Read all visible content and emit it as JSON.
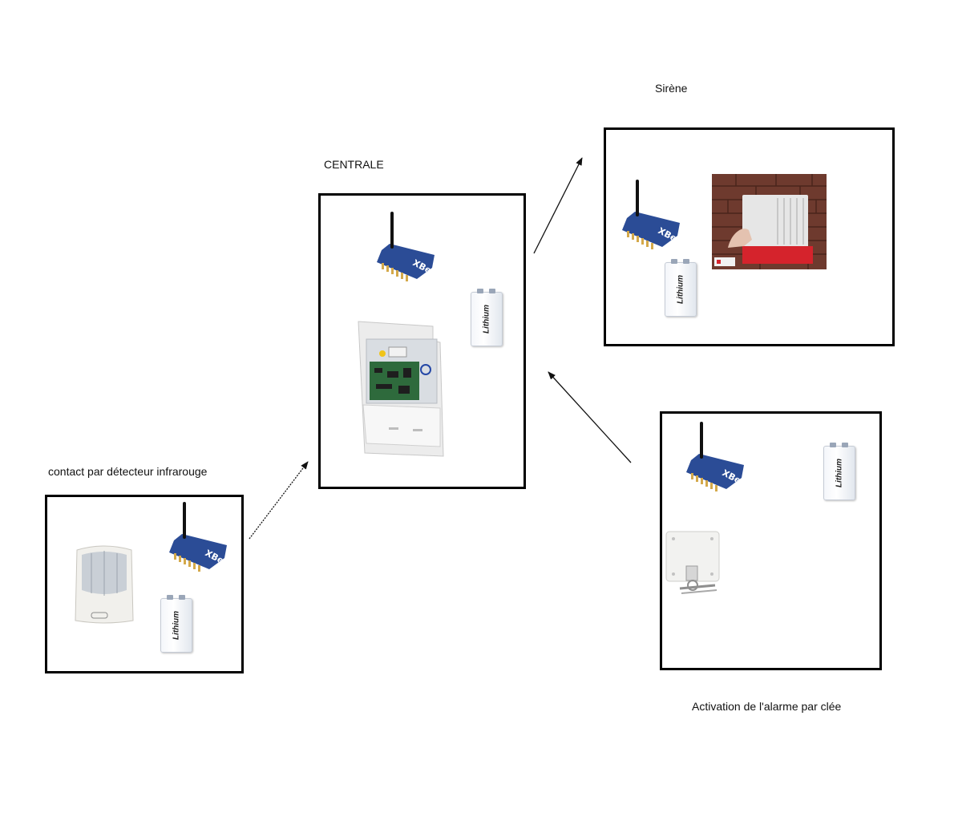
{
  "labels": {
    "sirene": "Sirène",
    "centrale": "CENTRALE",
    "detecteur": "contact par détecteur infrarouge",
    "activation": "Activation de l'alarme par clée"
  },
  "components": {
    "xbee_text": "XBee",
    "battery_text": "Lithium"
  },
  "colors": {
    "xbee_board": "#2b4c96",
    "frame": "#000000",
    "siren_red": "#d5232c",
    "brick": "#6e3a2e"
  }
}
